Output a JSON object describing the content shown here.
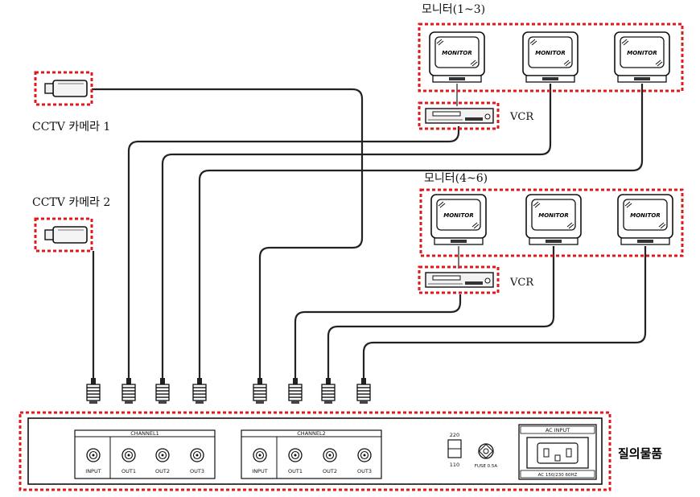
{
  "labels": {
    "monitors_top": "모니터(1~3)",
    "monitors_bottom": "모니터(4~6)",
    "vcr_top": "VCR",
    "vcr_bottom": "VCR",
    "camera1": "CCTV 카메라 1",
    "camera2": "CCTV 카메라 2",
    "target": "질의물품"
  },
  "monitor_text": "MONITOR",
  "panel": {
    "channel1": "CHANNEL1",
    "channel2": "CHANNEL2",
    "ports": [
      "INPUT",
      "OUT1",
      "OUT2",
      "OUT3"
    ],
    "voltage_high": "220",
    "voltage_low": "110",
    "fuse": "FUSE 0.5A",
    "ac_title": "AC INPUT",
    "ac_spec": "AC 150/230 60HZ"
  },
  "colors": {
    "highlight": "#e0191d",
    "line": "#222222"
  }
}
